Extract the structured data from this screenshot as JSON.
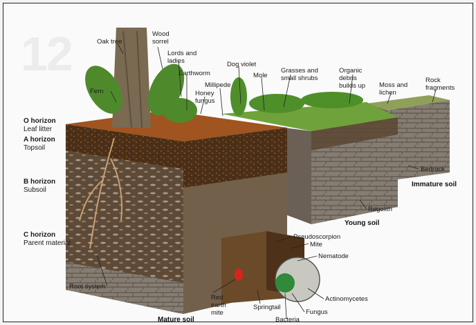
{
  "page_number": "12",
  "horizons": [
    {
      "name": "O horizon",
      "desc": "Leaf litter"
    },
    {
      "name": "A horizon",
      "desc": "Topsoil"
    },
    {
      "name": "B horizon",
      "desc": "Subsoil"
    },
    {
      "name": "C horizon",
      "desc": "Parent material"
    }
  ],
  "labels": {
    "oak_tree": "Oak tree",
    "wood_sorrel": "Wood sorrel",
    "lords_and_ladies": "Lords and ladies",
    "earthworm": "Earthworm",
    "honey_fungus": "Honey fungus",
    "millipede": "Millipede",
    "dog_violet": "Dog violet",
    "mole": "Mole",
    "grasses": "Grasses and small shrubs",
    "organic_debris": "Organic debris builds up",
    "moss_lichen": "Moss and lichen",
    "rock_fragments": "Rock fragments",
    "fern": "Fern",
    "bedrock": "Bedrock",
    "regolith": "Regolith",
    "pseudoscorpion": "Pseudoscorpion",
    "mite": "Mite",
    "nematode": "Nematode",
    "actinomycetes": "Actinomycetes",
    "fungus": "Fungus",
    "bacteria": "Bacteria",
    "springtail": "Springtail",
    "red_earth_mite": "Red earth mite",
    "root_system": "Root system"
  },
  "blocks": {
    "mature": "Mature soil",
    "young": "Young soil",
    "immature": "Immature soil"
  },
  "colors": {
    "topsoil": "#5a3a1e",
    "subsoil": "#6b5842",
    "rock": "#8c8378",
    "grass": "#6fa23a",
    "leaf_litter": "#a0541f"
  }
}
